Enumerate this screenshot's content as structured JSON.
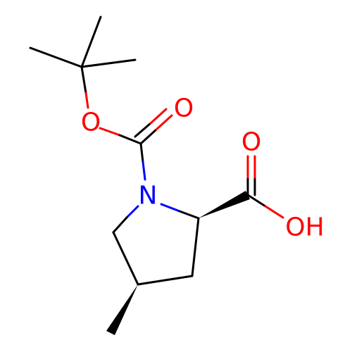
{
  "molecule": {
    "atoms": {
      "ester_oxygen": "O",
      "carbonyl_oxygen_boc": "O",
      "nitrogen": "N",
      "acid_carbonyl_oxygen": "O",
      "hydroxyl": "OH"
    },
    "colors": {
      "bond": "#000000",
      "oxygen": "#ff0000",
      "nitrogen": "#0000ff",
      "background": "#ffffff"
    }
  }
}
